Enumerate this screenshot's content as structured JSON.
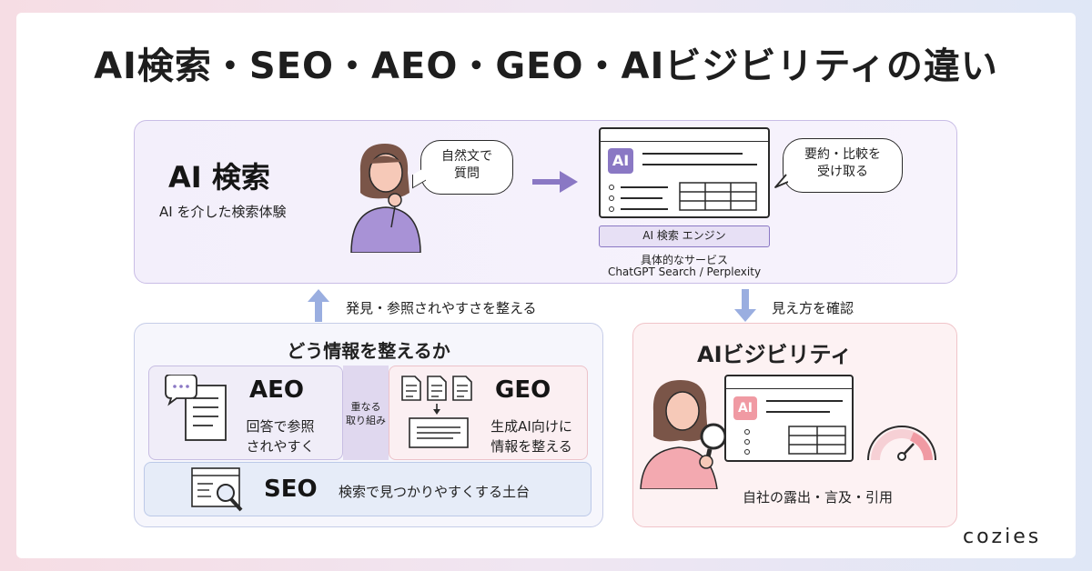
{
  "title": "AI検索・SEO・AEO・GEO・AIビジビリティの違い",
  "ai_search": {
    "heading": "AI 検索",
    "subtitle": "AI を介した検索体験",
    "bubble_question": "自然文で\n質問",
    "bubble_receive": "要約・比較を\n受け取る",
    "badge": "AI",
    "engine_label": "AI 検索 エンジン",
    "services_label": "具体的なサービス",
    "services": "ChatGPT Search / Perplexity"
  },
  "arrow_up_label": "発見・参照されやすさを整える",
  "arrow_down_label": "見え方を確認",
  "how": {
    "heading": "どう情報を整えるか",
    "aeo_title": "AEO",
    "aeo_desc": "回答で参照\nされやすく",
    "overlap": "重なる\n取り組み",
    "geo_title": "GEO",
    "geo_desc": "生成AI向けに\n情報を整える",
    "seo_title": "SEO",
    "seo_desc": "検索で見つかりやすくする土台"
  },
  "visibility": {
    "heading": "AIビジビリティ",
    "badge": "AI",
    "desc": "自社の露出・言及・引用"
  },
  "logo": "cozies",
  "colors": {
    "purple": "#8a78c4",
    "pink": "#f09aa3",
    "blue": "#9aaee0"
  },
  "icons": [
    "person-thinking-icon",
    "arrow-right-icon",
    "browser-window-icon",
    "chat-bubble-icon",
    "document-icon",
    "documents-icon",
    "search-window-icon",
    "magnifier-icon",
    "gauge-icon"
  ]
}
